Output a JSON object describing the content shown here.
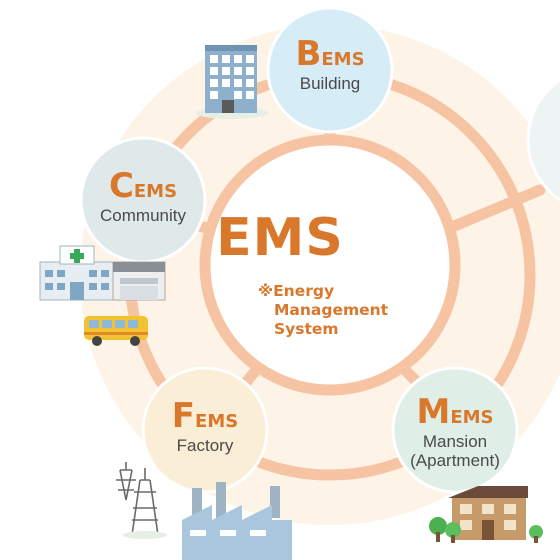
{
  "center": {
    "title": "EMS",
    "subtitle_lines": [
      "※Energy",
      "Management",
      "System"
    ]
  },
  "nodes": {
    "bems": {
      "cap": "B",
      "suffix": "EMS",
      "label": "Building"
    },
    "cems": {
      "cap": "C",
      "suffix": "EMS",
      "label": "Community"
    },
    "fems": {
      "cap": "F",
      "suffix": "EMS",
      "label": "Factory"
    },
    "mems": {
      "cap": "M",
      "suffix": "EMS",
      "label": "Mansion",
      "label2": "(Apartment)"
    }
  },
  "colors": {
    "accent": "#d9772b",
    "ring": "#f6c3a3",
    "core_fill": "#fdf3e6",
    "bems_fill": "#d6ecf7",
    "cems_fill": "#dfe9ea",
    "fems_fill": "#fbeed6",
    "mems_fill": "#dfeee7"
  },
  "icons": [
    "office-building-icon",
    "hospital-icon",
    "store-icon",
    "bus-icon",
    "power-tower-icon",
    "factory-icon",
    "apartment-house-icon",
    "tree-icon"
  ]
}
